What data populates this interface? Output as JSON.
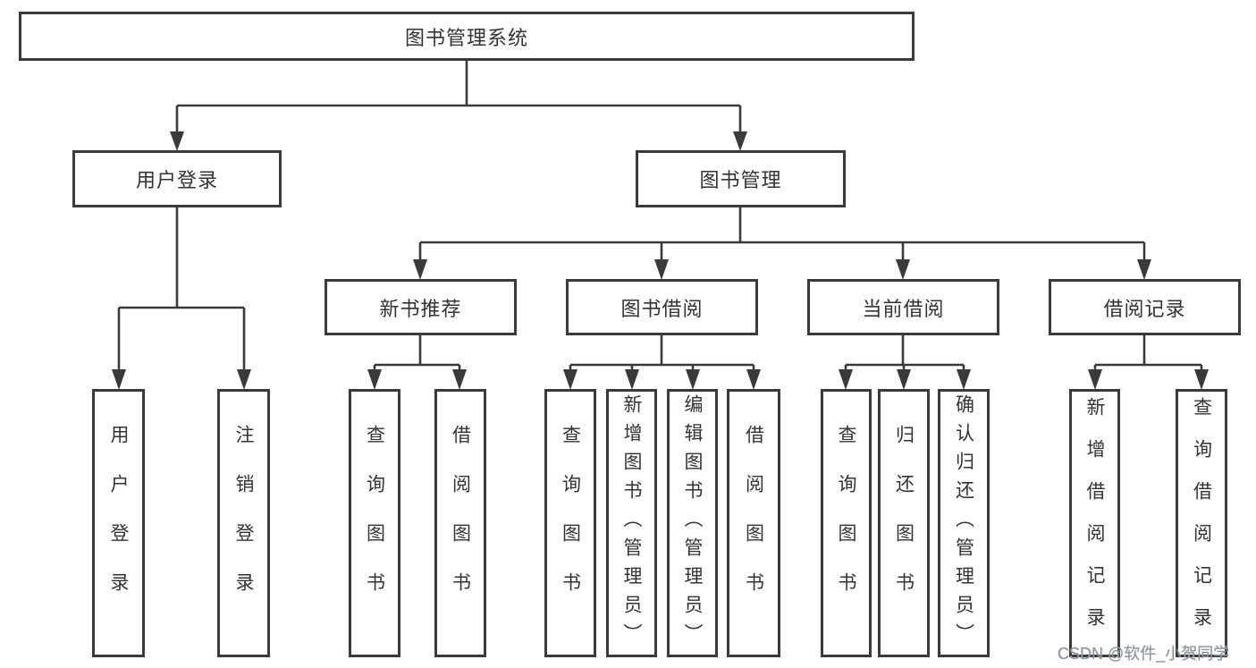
{
  "diagram_title": "图书管理系统",
  "tree": {
    "root": "图书管理系统",
    "level2": [
      "用户登录",
      "图书管理"
    ],
    "level3": [
      "新书推荐",
      "图书借阅",
      "当前借阅",
      "借阅记录"
    ],
    "leaves_user": [
      "用户登录",
      "注销登录"
    ],
    "leaves_recommend": [
      "查询图书",
      "借阅图书"
    ],
    "leaves_borrow": [
      "查询图书",
      "新增图书（管理员）",
      "编辑图书（管理员）",
      "借阅图书"
    ],
    "leaves_current": [
      "查询图书",
      "归还图书",
      "确认归还（管理员）"
    ],
    "leaves_record": [
      "新增借阅记录",
      "查询借阅记录"
    ]
  },
  "watermark": "CSDN @软件_小贺同学",
  "colors": {
    "line": "#3a3a3a",
    "border": "#3a3a3a",
    "text": "#333333",
    "background": "#ffffff",
    "watermark": "#8d949b"
  }
}
